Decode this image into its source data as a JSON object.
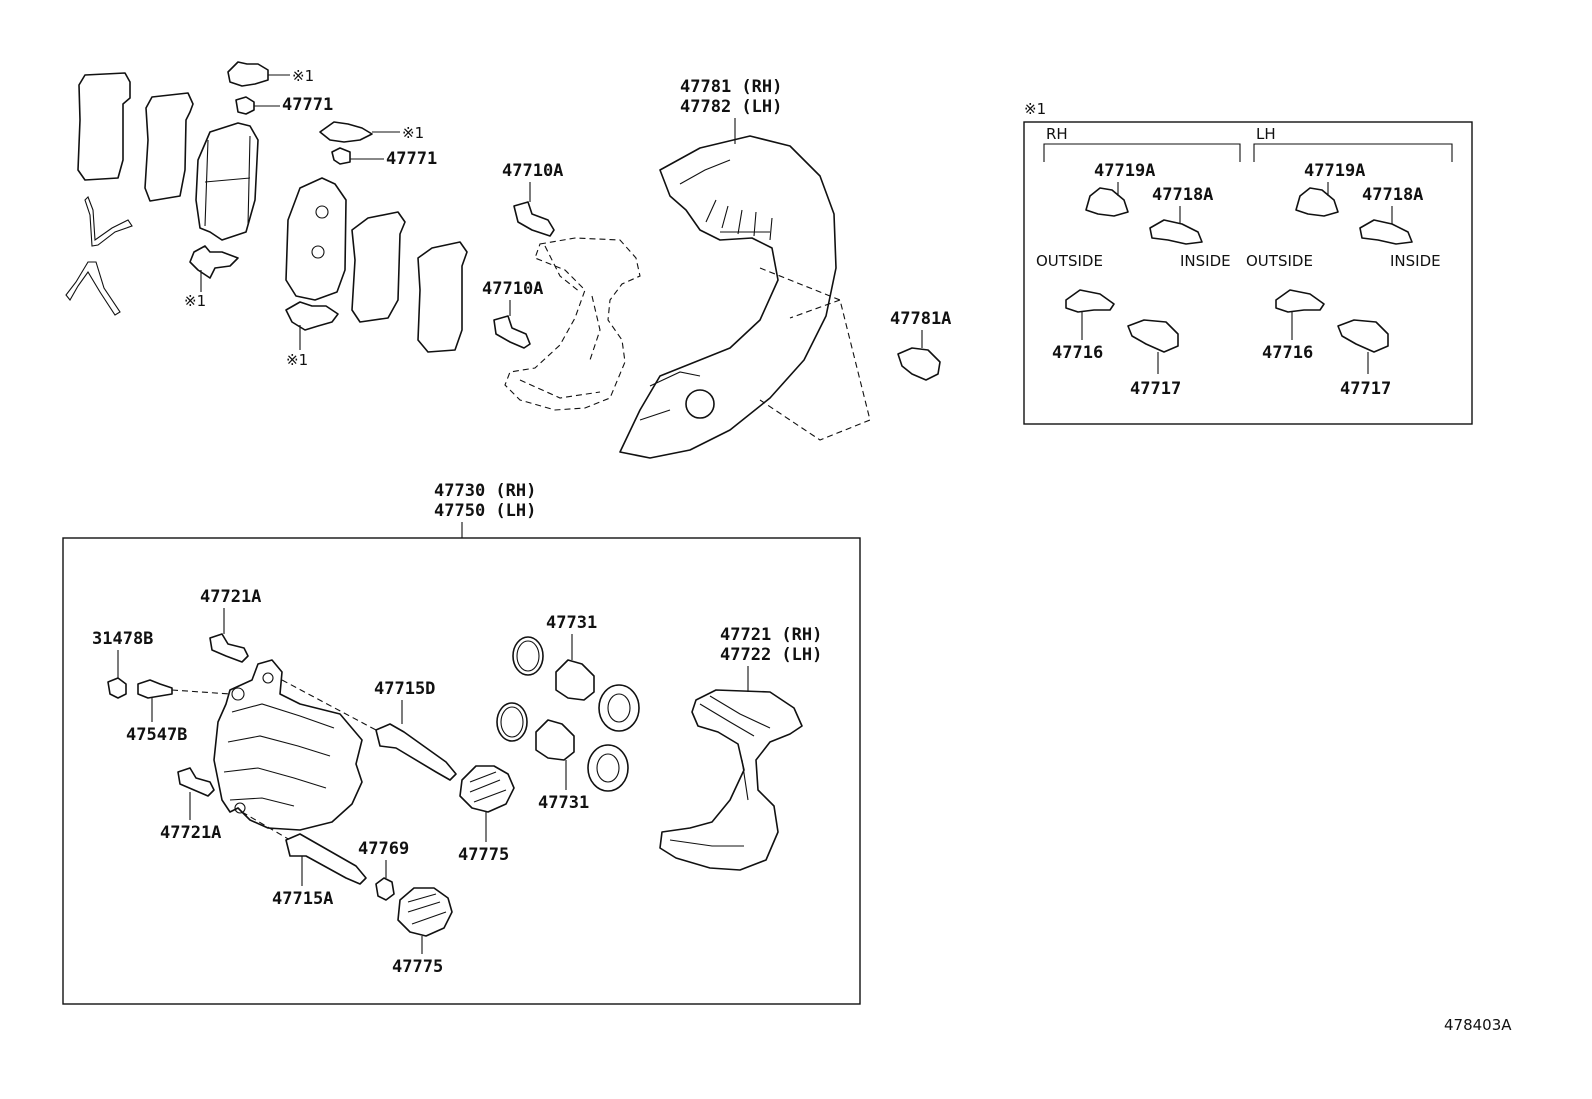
{
  "mark": "※1",
  "diagram_code": "478403A",
  "group_box_label": {
    "rh": "47730 (RH)",
    "lh": "47750 (LH)"
  },
  "shield_label": {
    "rh": "47781 (RH)",
    "lh": "47782 (LH)"
  },
  "upper_labels": {
    "clip_a": "47771",
    "clip_b": "47771",
    "bolt_top": "47710A",
    "bolt_mid": "47710A",
    "shield_bolt": "47781A"
  },
  "inset": {
    "rh_header": "RH",
    "lh_header": "LH",
    "rh_clip_top": "47719A",
    "rh_clip_inner": "47718A",
    "lh_clip_top": "47719A",
    "lh_clip_inner": "47718A",
    "outside": "OUTSIDE",
    "inside": "INSIDE",
    "rh_shim_outer": "47716",
    "rh_shim_inner": "47717",
    "lh_shim_outer": "47716",
    "lh_shim_inner": "47717"
  },
  "caliper_labels": {
    "bolt_upper": "47721A",
    "bleeder_cap": "31478B",
    "bleeder_plug": "47547B",
    "bolt_lower": "47721A",
    "pin_upper": "47715D",
    "pin_lower": "47715A",
    "bushing": "47769",
    "boot_upper": "47775",
    "boot_lower": "47775",
    "seal_top": "47731",
    "seal_bottom": "47731",
    "mount_rh": "47721 (RH)",
    "mount_lh": "47722 (LH)"
  }
}
